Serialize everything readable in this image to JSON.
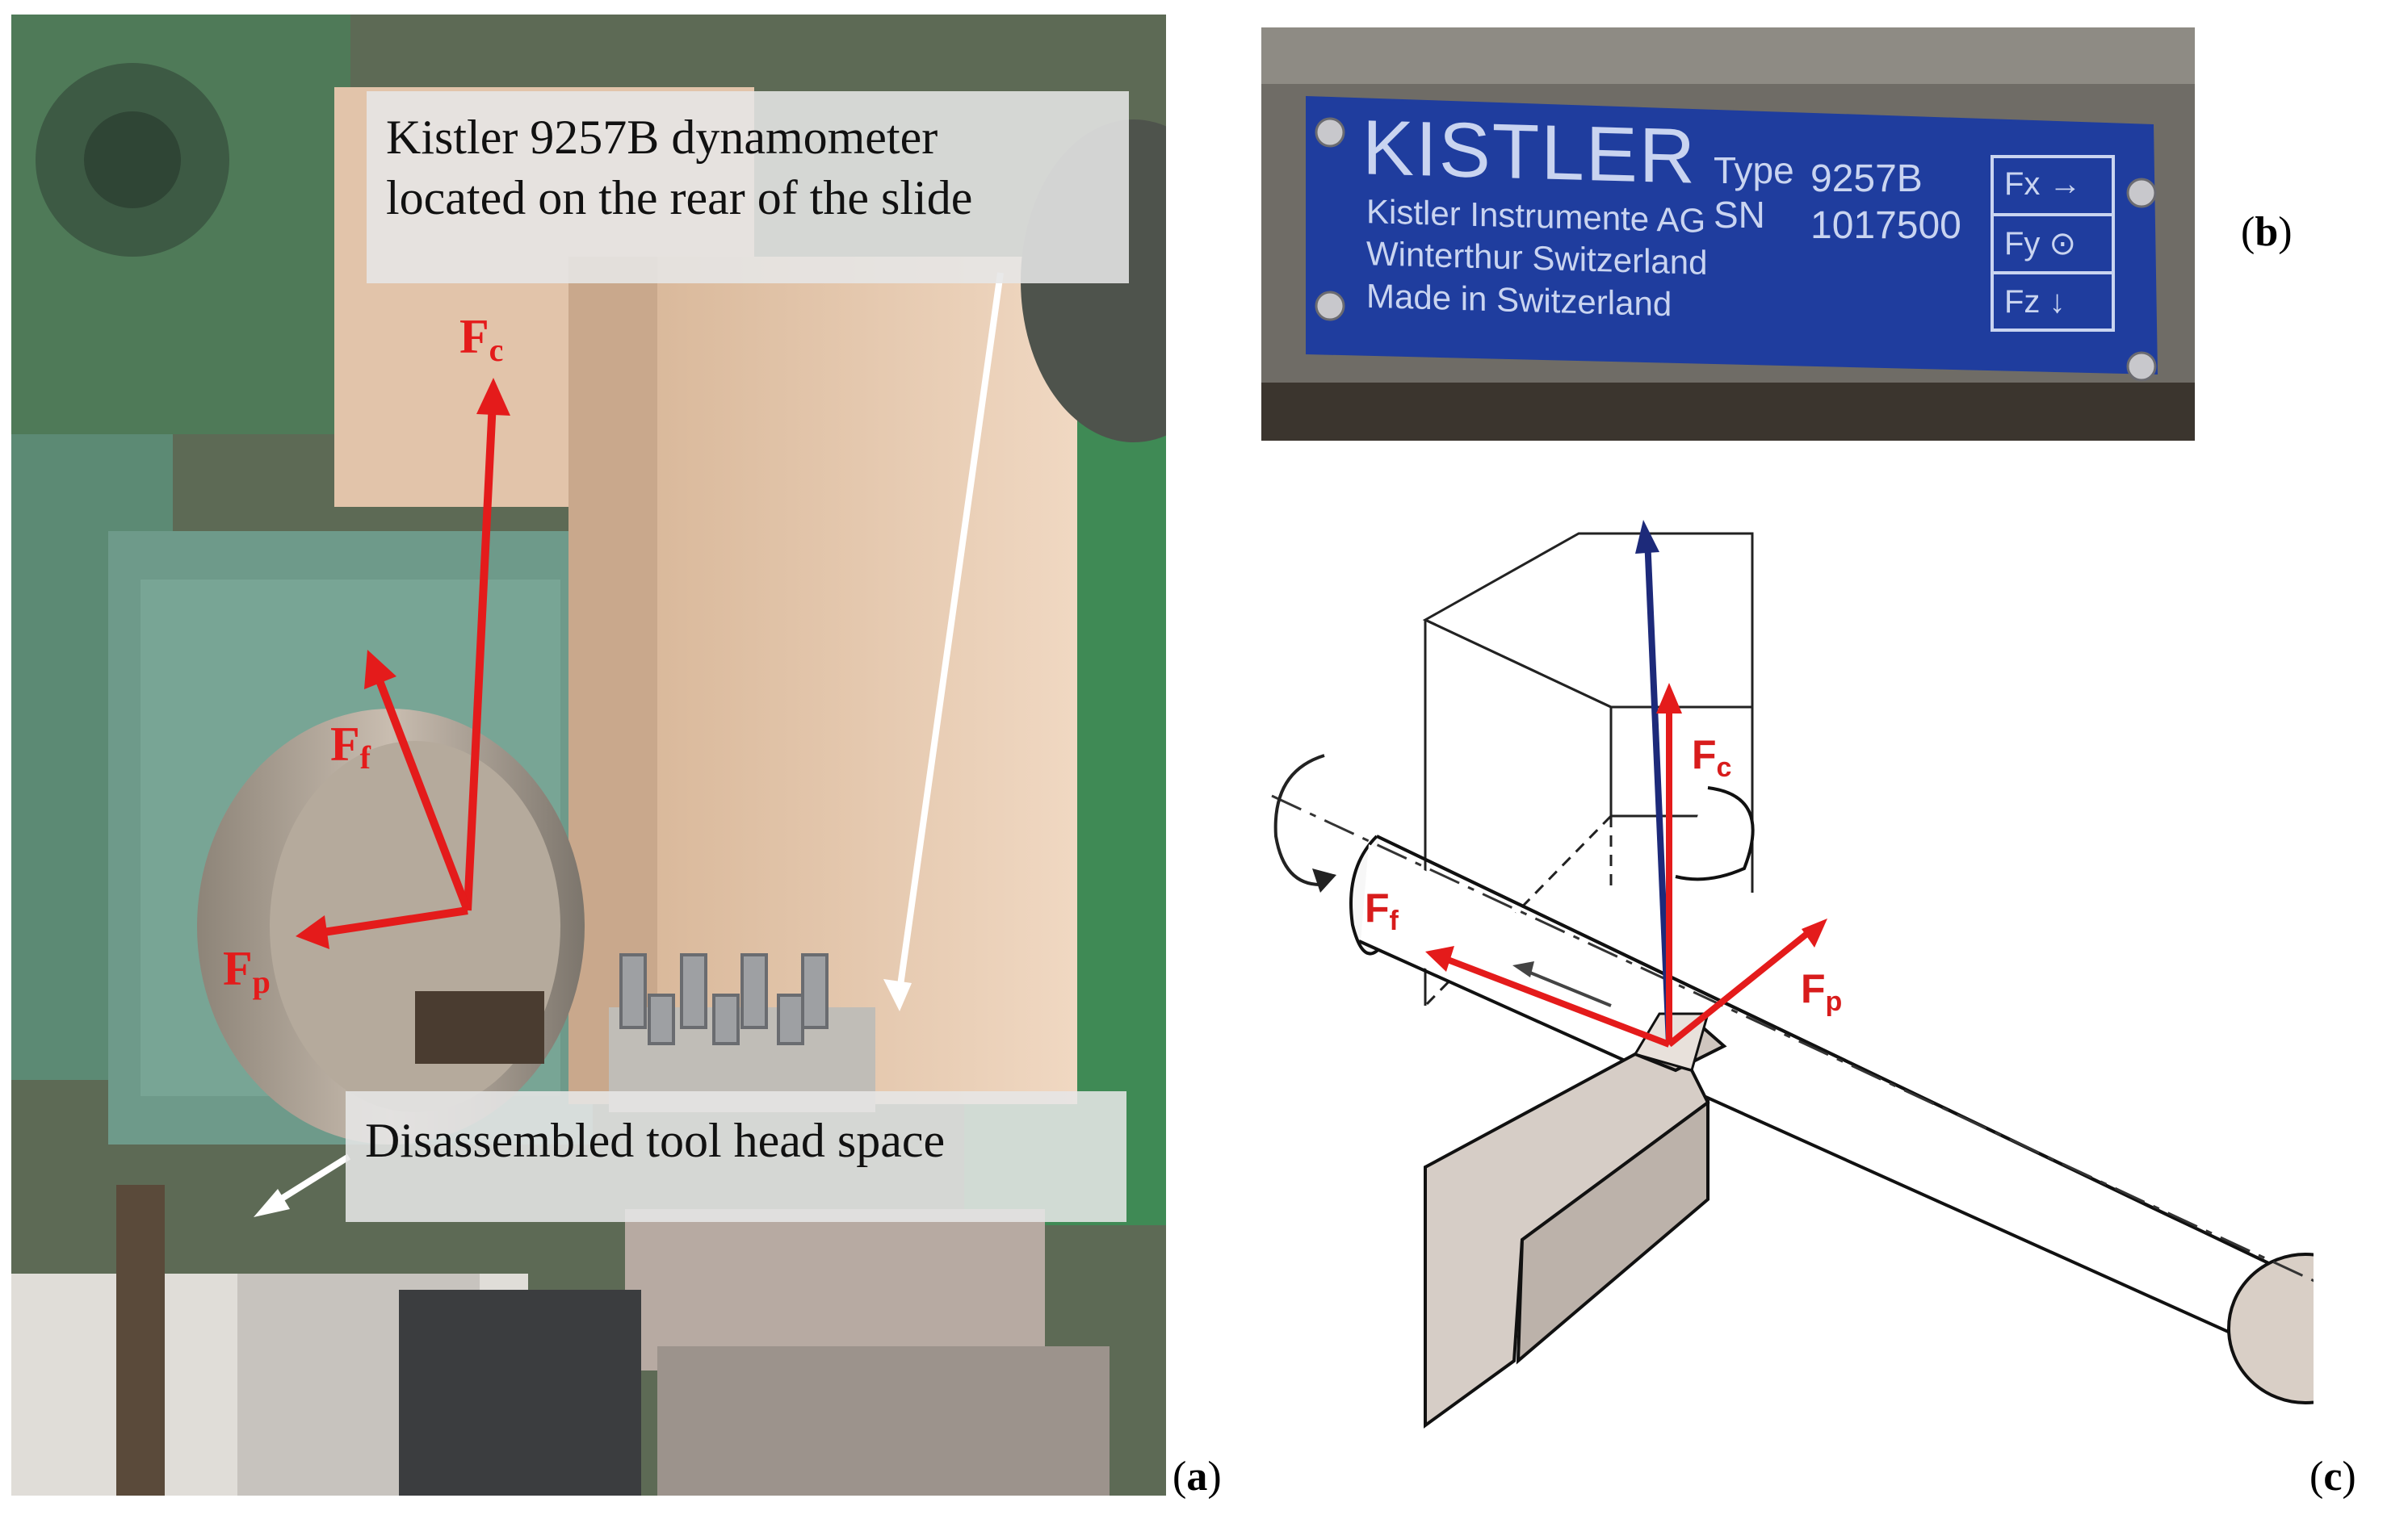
{
  "panel_a": {
    "label_letter": "a",
    "annotation_top_line1": "Kistler 9257B dynamometer",
    "annotation_top_line2": "located on the rear of the slide",
    "annotation_bottom": "Disassembled tool head space",
    "forces": {
      "fc_base": "F",
      "fc_sub": "c",
      "ff_base": "F",
      "ff_sub": "f",
      "fp_base": "F",
      "fp_sub": "p"
    }
  },
  "panel_b": {
    "label_letter": "b",
    "plate": {
      "brand": "KISTLER",
      "company": "Kistler Instrumente AG",
      "city": "Winterthur Switzerland",
      "made": "Made in Switzerland",
      "type_label": "Type",
      "type_value": "9257B",
      "sn_label": "SN",
      "sn_value": "1017500",
      "axis_x": "Fx →",
      "axis_y": "Fy ⊙",
      "axis_z": "Fz ↓"
    }
  },
  "panel_c": {
    "label_letter": "c",
    "forces": {
      "fc_base": "F",
      "fc_sub": "c",
      "ff_base": "F",
      "ff_sub": "f",
      "fp_base": "F",
      "fp_sub": "p"
    }
  },
  "colors": {
    "force_red": "#e41b1b",
    "resultant_blue": "#1d2a7a",
    "plate_blue": "#1f3d9e"
  }
}
